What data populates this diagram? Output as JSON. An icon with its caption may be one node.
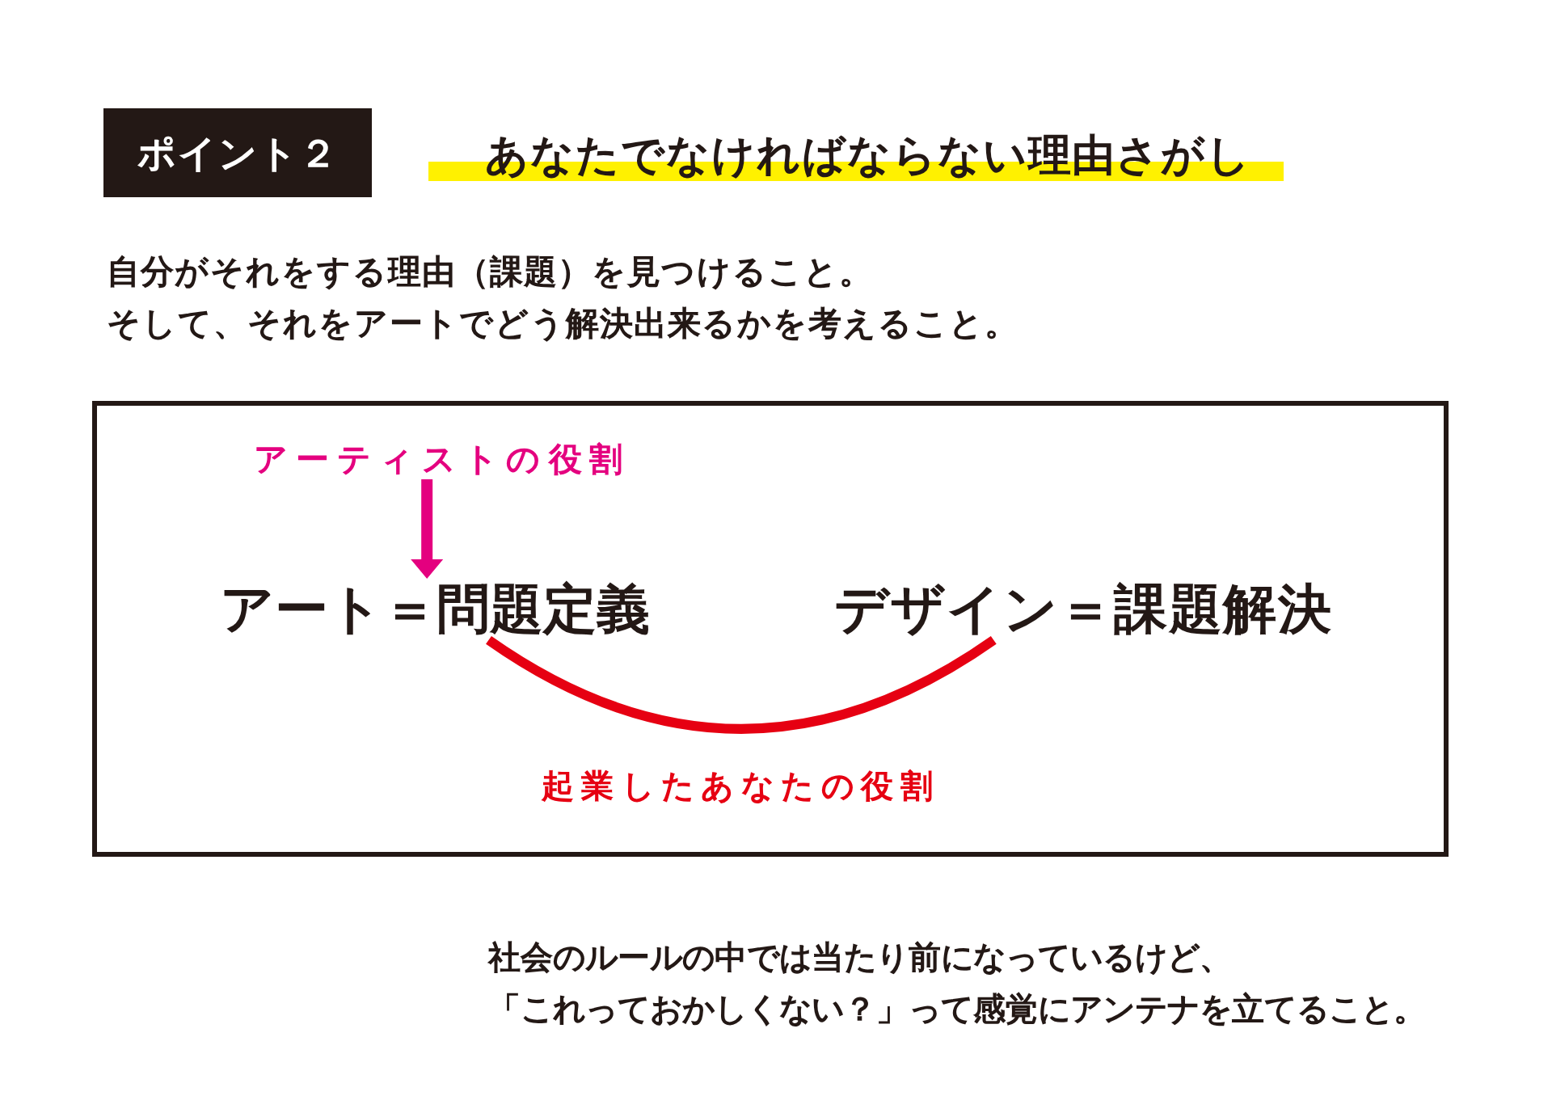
{
  "diagram": {
    "title": "あなたでなければならない理由さがし",
    "nodes": [
      {
        "text": [
          "ポイント２"
        ]
      },
      {
        "text": [],
        "shape": "box"
      },
      {
        "text": [
          "アーティストの役割"
        ],
        "in": 1
      },
      {
        "text": [
          "アート＝問題定義"
        ],
        "in": 1
      },
      {
        "text": [
          "デザイン＝課題解決"
        ],
        "in": 1
      }
    ],
    "edges": [
      {
        "from": 2,
        "to": 3,
        "arrow": "to",
        "color": "#e4007f"
      },
      {
        "from": 3,
        "to": 4,
        "arrow": "none",
        "label": "起業したあなたの役割",
        "color": "#e60012"
      }
    ],
    "labels": [
      "自分がそれをする理由（課題）を見つけること。",
      "そして、それをアートでどう解決出来るかを考えること。",
      "社会のルールの中では当たり前になっているけど、「これっておかしくない？」って感覚にアンテナを立てること。"
    ]
  }
}
